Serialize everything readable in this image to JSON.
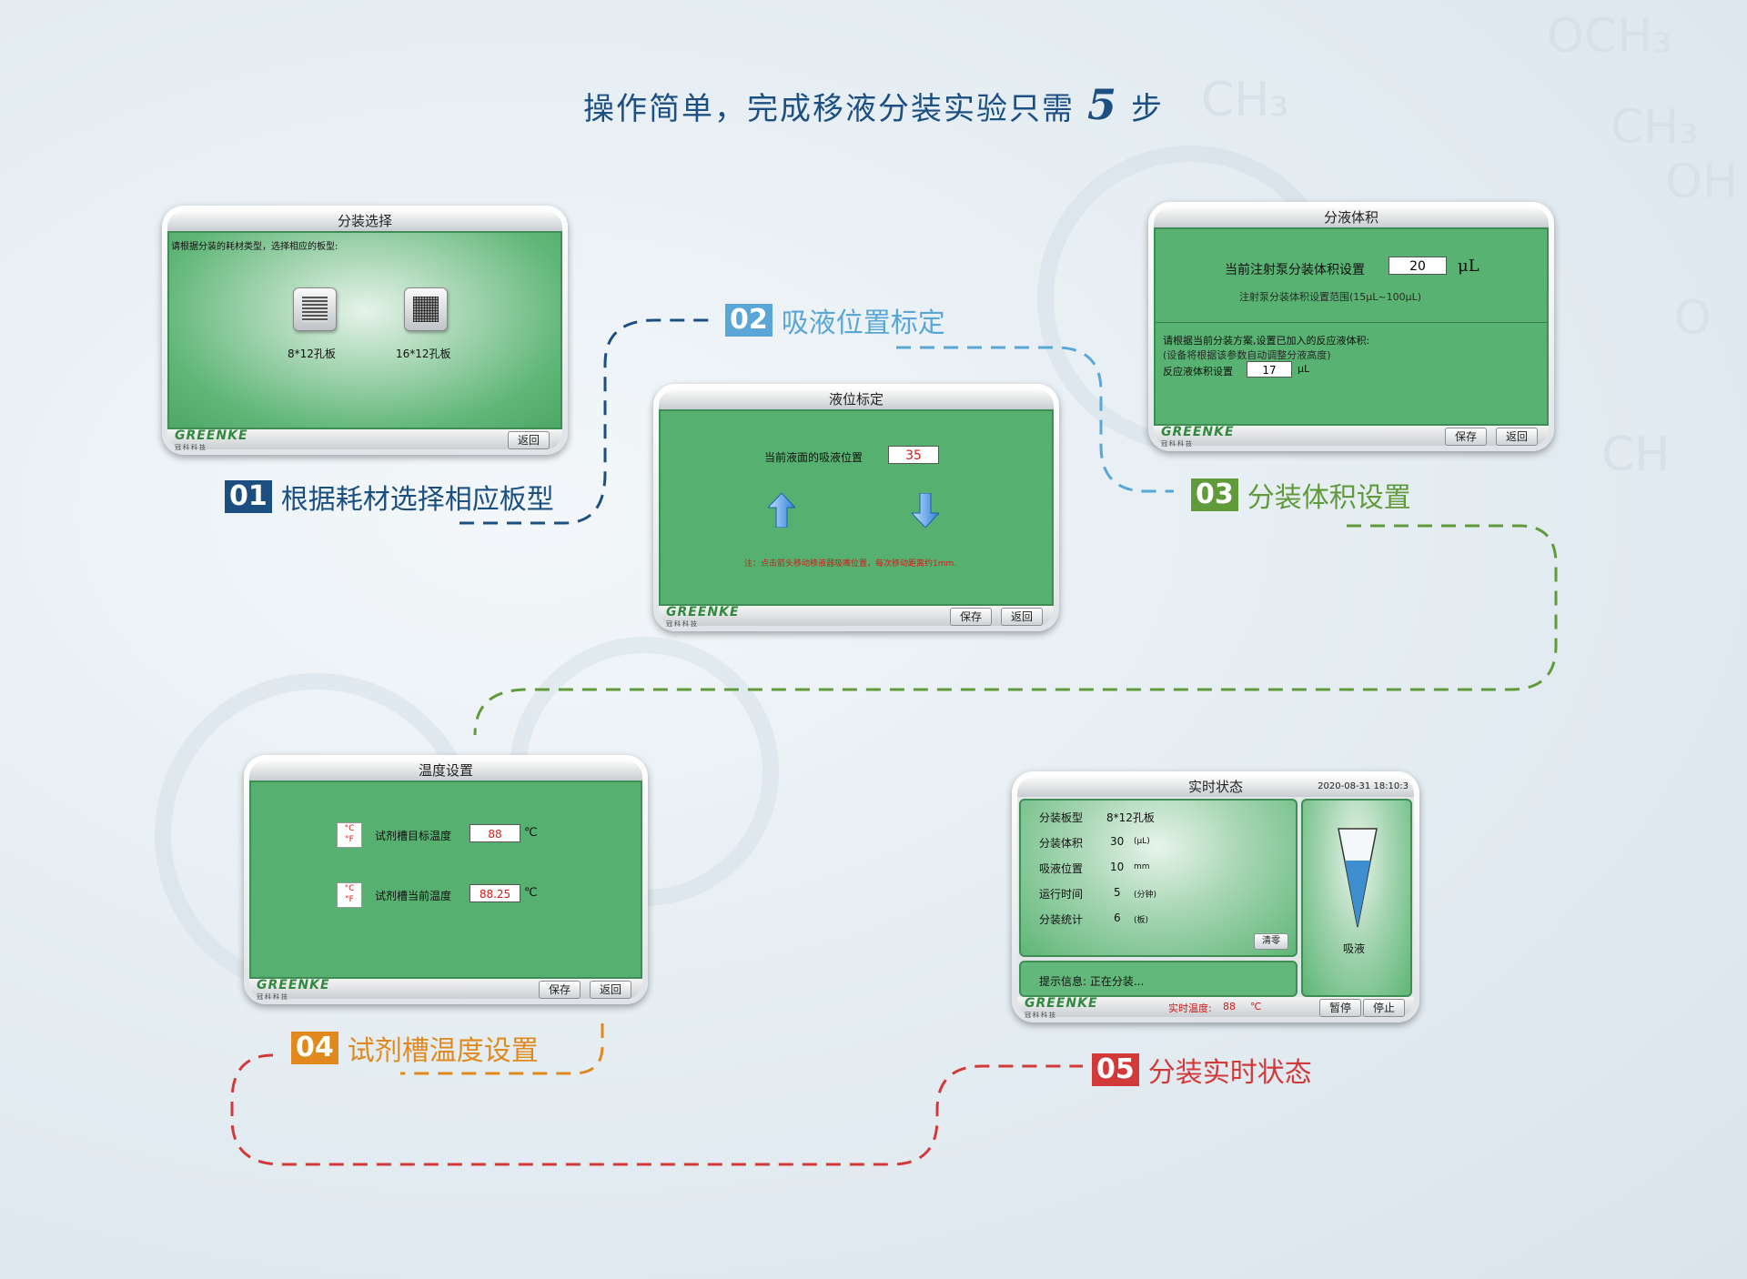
{
  "title": {
    "text": "操作简单，完成移液分装实验只需",
    "number": "5",
    "suffix": "步"
  },
  "brand": {
    "logo": "GREENKE",
    "logo_sub": "冠科科技"
  },
  "steps": [
    {
      "num": "01",
      "label": "根据耗材选择相应板型",
      "color": "#1a4f80"
    },
    {
      "num": "02",
      "label": "吸液位置标定",
      "color": "#5aa6d6"
    },
    {
      "num": "03",
      "label": "分装体积设置",
      "color": "#5f9b3a"
    },
    {
      "num": "04",
      "label": "试剂槽温度设置",
      "color": "#e08a1e"
    },
    {
      "num": "05",
      "label": "分装实时状态",
      "color": "#d23a3a"
    }
  ],
  "screen1": {
    "title": "分装选择",
    "instruction": "请根据分装的耗材类型，选择相应的板型:",
    "option1": "8*12孔板",
    "option2": "16*12孔板",
    "back": "返回"
  },
  "screen2": {
    "title": "液位标定",
    "label": "当前液面的吸液位置",
    "value": "35",
    "note": "注：点击箭头移动移液器吸嘴位置，每次移动距离约1mm.",
    "save": "保存",
    "back": "返回"
  },
  "screen3": {
    "title": "分液体积",
    "label": "当前注射泵分装体积设置",
    "value": "20",
    "unit": "μL",
    "range": "注射泵分装体积设置范围(15μL~100μL)",
    "hint1": "请根据当前分装方案,设置已加入的反应液体积:",
    "hint2": "(设备将根据该参数自动调整分液高度)",
    "reaction_label": "反应液体积设置",
    "reaction_value": "17",
    "reaction_unit": "μL",
    "save": "保存",
    "back": "返回"
  },
  "screen4": {
    "title": "温度设置",
    "target_label": "试剂槽目标温度",
    "target_value": "88",
    "current_label": "试剂槽当前温度",
    "current_value": "88.25",
    "unit": "℃",
    "save": "保存",
    "back": "返回"
  },
  "screen5": {
    "title": "实时状态",
    "datetime": "2020-08-31 18:10:3",
    "rows": [
      {
        "label": "分装板型",
        "value": "8*12孔板",
        "unit": ""
      },
      {
        "label": "分装体积",
        "value": "30",
        "unit": "(μL)"
      },
      {
        "label": "吸液位置",
        "value": "10",
        "unit": "mm"
      },
      {
        "label": "运行时间",
        "value": "5",
        "unit": "(分钟)"
      },
      {
        "label": "分装统计",
        "value": "6",
        "unit": "(板)"
      }
    ],
    "clear": "清零",
    "status": "提示信息: 正在分装...",
    "action": "吸液",
    "temp_label": "实时温度:",
    "temp_value": "88",
    "temp_unit": "℃",
    "pause": "暂停",
    "stop": "停止"
  }
}
